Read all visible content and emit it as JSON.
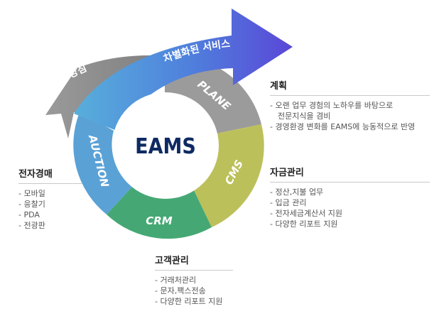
{
  "center": "EAMS",
  "banner": "차별화된 서비스",
  "policy": "경영방침",
  "segments": {
    "plane": "PLANE",
    "cms": "CMS",
    "crm": "CRM",
    "auction": "AUCTION"
  },
  "colors": {
    "plane": "#9b9b9b",
    "cms": "#bcc05a",
    "crm": "#45a874",
    "auction": "#5aa1d6",
    "banner_start": "#58b0db",
    "banner_end": "#5a4fd8",
    "policy": "#8c8c8c",
    "center": "#0e2a63"
  },
  "panels": {
    "plan": {
      "title": "계획",
      "items": [
        "오랜 업무 경험의 노하우를 바탕으로",
        "전문지식을 겸비",
        "경영환경 변화를 EAMS에 능동적으로 반영"
      ]
    },
    "fund": {
      "title": "자금관리",
      "items": [
        "정산,지불 업무",
        "입금 관리",
        "전자세금계산서 지원",
        "다양한 리포트 지원"
      ]
    },
    "customer": {
      "title": "고객관리",
      "items": [
        "거래처관리",
        "문자,팩스전송",
        "다양한 리포트 지원"
      ]
    },
    "auction": {
      "title": "전자경매",
      "items": [
        "모바일",
        "응찰기",
        "PDA",
        "전광판"
      ]
    }
  }
}
